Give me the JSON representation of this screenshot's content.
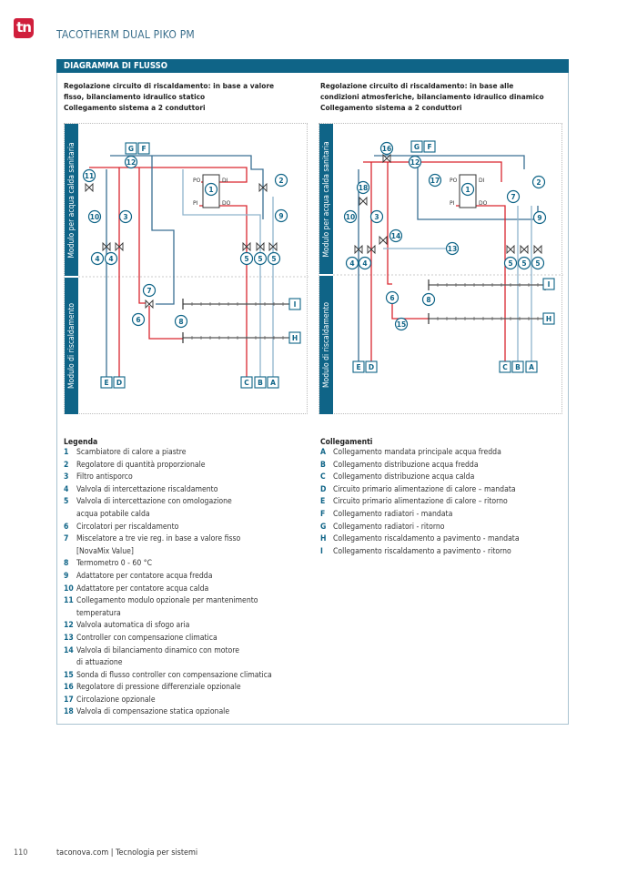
{
  "header": {
    "logo_text": "tn",
    "title": "TACOTHERM DUAL PIKO PM"
  },
  "section": {
    "title": "DIAGRAMMA DI FLUSSO"
  },
  "colors": {
    "brand_red": "#d01f3c",
    "section_blue": "#0f6487",
    "hot_pipe": "#d9262f",
    "cold_pipe": "#3a6f93",
    "light_pipe": "#8fb3cc"
  },
  "diagrams": [
    {
      "title_lines": [
        "Regolazione circuito di riscaldamento: in base a valore",
        "fisso, bilanciamento idraulico statico",
        "Collegamento sistema a 2 conduttori"
      ],
      "side_top": "Modulo per acqua calda sanitaria",
      "side_bottom": "Modulo di riscaldamento",
      "components": [
        "12",
        "11",
        "1",
        "2",
        "10",
        "3",
        "9",
        "4",
        "4",
        "5",
        "5",
        "5",
        "7",
        "6",
        "8"
      ],
      "ports": [
        "G",
        "F",
        "I",
        "H",
        "E",
        "D",
        "C",
        "B",
        "A"
      ],
      "hx_labels": [
        "PO",
        "DI",
        "PI",
        "DO"
      ]
    },
    {
      "title_lines": [
        "Regolazione circuito di riscaldamento: in base alle",
        "condizioni atmosferiche, bilanciamento idraulico dinamico",
        "Collegamento sistema a 2 conduttori"
      ],
      "side_top": "Modulo per acqua calda sanitaria",
      "side_bottom": "Modulo di riscaldamento",
      "components": [
        "16",
        "12",
        "17",
        "1",
        "2",
        "18",
        "7",
        "10",
        "3",
        "9",
        "14",
        "13",
        "4",
        "4",
        "5",
        "5",
        "5",
        "6",
        "8",
        "15"
      ],
      "ports": [
        "G",
        "F",
        "I",
        "H",
        "E",
        "D",
        "C",
        "B",
        "A"
      ],
      "hx_labels": [
        "PO",
        "DI",
        "PI",
        "DO"
      ]
    }
  ],
  "legend": {
    "title": "Legenda",
    "items": [
      {
        "key": "1",
        "text": "Scambiatore di calore a piastre"
      },
      {
        "key": "2",
        "text": "Regolatore di quantità proporzionale"
      },
      {
        "key": "3",
        "text": "Filtro antisporco"
      },
      {
        "key": "4",
        "text": "Valvola di intercettazione riscaldamento"
      },
      {
        "key": "5",
        "text": "Valvola di intercettazione con omologazione",
        "text2": "acqua potabile calda"
      },
      {
        "key": "6",
        "text": "Circolatori per riscaldamento"
      },
      {
        "key": "7",
        "text": "Miscelatore a tre vie reg. in base a valore fisso",
        "text2": "[NovaMix Value]"
      },
      {
        "key": "8",
        "text": "Termometro 0 - 60 °C"
      },
      {
        "key": "9",
        "text": "Adattatore per contatore acqua fredda"
      },
      {
        "key": "10",
        "text": "Adattatore per contatore acqua calda"
      },
      {
        "key": "11",
        "text": "Collegamento modulo opzionale per mantenimento",
        "text2": "temperatura"
      },
      {
        "key": "12",
        "text": "Valvola automatica di sfogo aria"
      },
      {
        "key": "13",
        "text": "Controller con compensazione climatica"
      },
      {
        "key": "14",
        "text": "Valvola di bilanciamento dinamico con motore",
        "text2": "di attuazione"
      },
      {
        "key": "15",
        "text": "Sonda di flusso controller con compensazione climatica"
      },
      {
        "key": "16",
        "text": "Regolatore di pressione differenziale opzionale"
      },
      {
        "key": "17",
        "text": "Circolazione opzionale"
      },
      {
        "key": "18",
        "text": "Valvola di compensazione statica opzionale"
      }
    ]
  },
  "connections": {
    "title": "Collegamenti",
    "items": [
      {
        "key": "A",
        "text": "Collegamento mandata principale acqua fredda"
      },
      {
        "key": "B",
        "text": "Collegamento distribuzione acqua fredda"
      },
      {
        "key": "C",
        "text": "Collegamento distribuzione acqua calda"
      },
      {
        "key": "D",
        "text": "Circuito primario alimentazione di calore – mandata"
      },
      {
        "key": "E",
        "text": "Circuito primario alimentazione di calore – ritorno"
      },
      {
        "key": "F",
        "text": "Collegamento radiatori - mandata"
      },
      {
        "key": "G",
        "text": "Collegamento radiatori - ritorno"
      },
      {
        "key": "H",
        "text": "Collegamento riscaldamento a pavimento - mandata"
      },
      {
        "key": "I",
        "text": "Collegamento riscaldamento a pavimento - ritorno"
      }
    ]
  },
  "footer": {
    "page_number": "110",
    "text": "taconova.com  |  Tecnologia per sistemi"
  }
}
